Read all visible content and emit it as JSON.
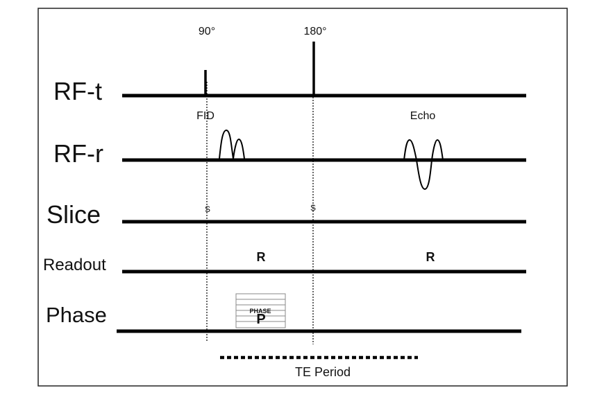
{
  "rows": {
    "rf_t": "RF-t",
    "rf_r": "RF-r",
    "slice": "Slice",
    "readout": "Readout",
    "phase": "Phase"
  },
  "pulses": {
    "excitation": "90°",
    "refocus": "180°"
  },
  "signals": {
    "fid": "FID",
    "echo": "Echo"
  },
  "markers": {
    "slice_90": "S",
    "slice_180": "S",
    "readout_1": "R",
    "readout_2": "R",
    "phase_table_label": "PHASE",
    "phase_letter": "P"
  },
  "te_period": "TE Period"
}
